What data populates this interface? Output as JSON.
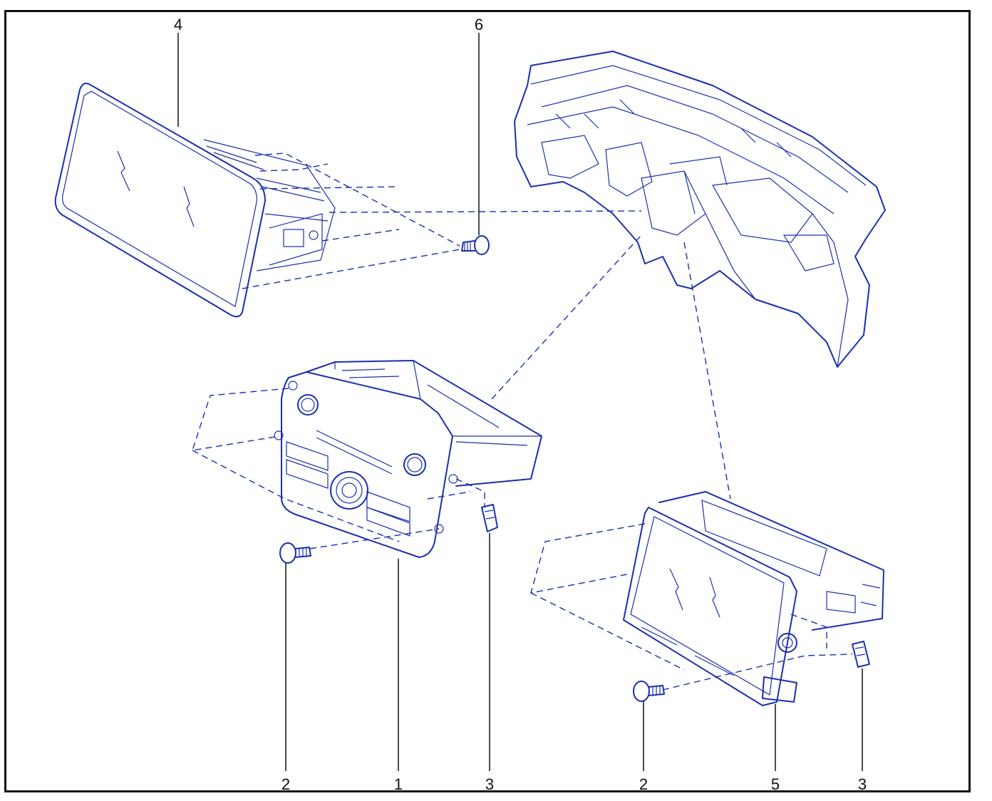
{
  "callouts": [
    {
      "id": "c4",
      "label": "4"
    },
    {
      "id": "c6",
      "label": "6"
    },
    {
      "id": "c2a",
      "label": "2"
    },
    {
      "id": "c1",
      "label": "1"
    },
    {
      "id": "c3a",
      "label": "3"
    },
    {
      "id": "c2b",
      "label": "2"
    },
    {
      "id": "c5",
      "label": "5"
    },
    {
      "id": "c3b",
      "label": "3"
    }
  ],
  "colors": {
    "line_art": "#1a2fae",
    "frame": "#111111",
    "background": "#ffffff"
  }
}
